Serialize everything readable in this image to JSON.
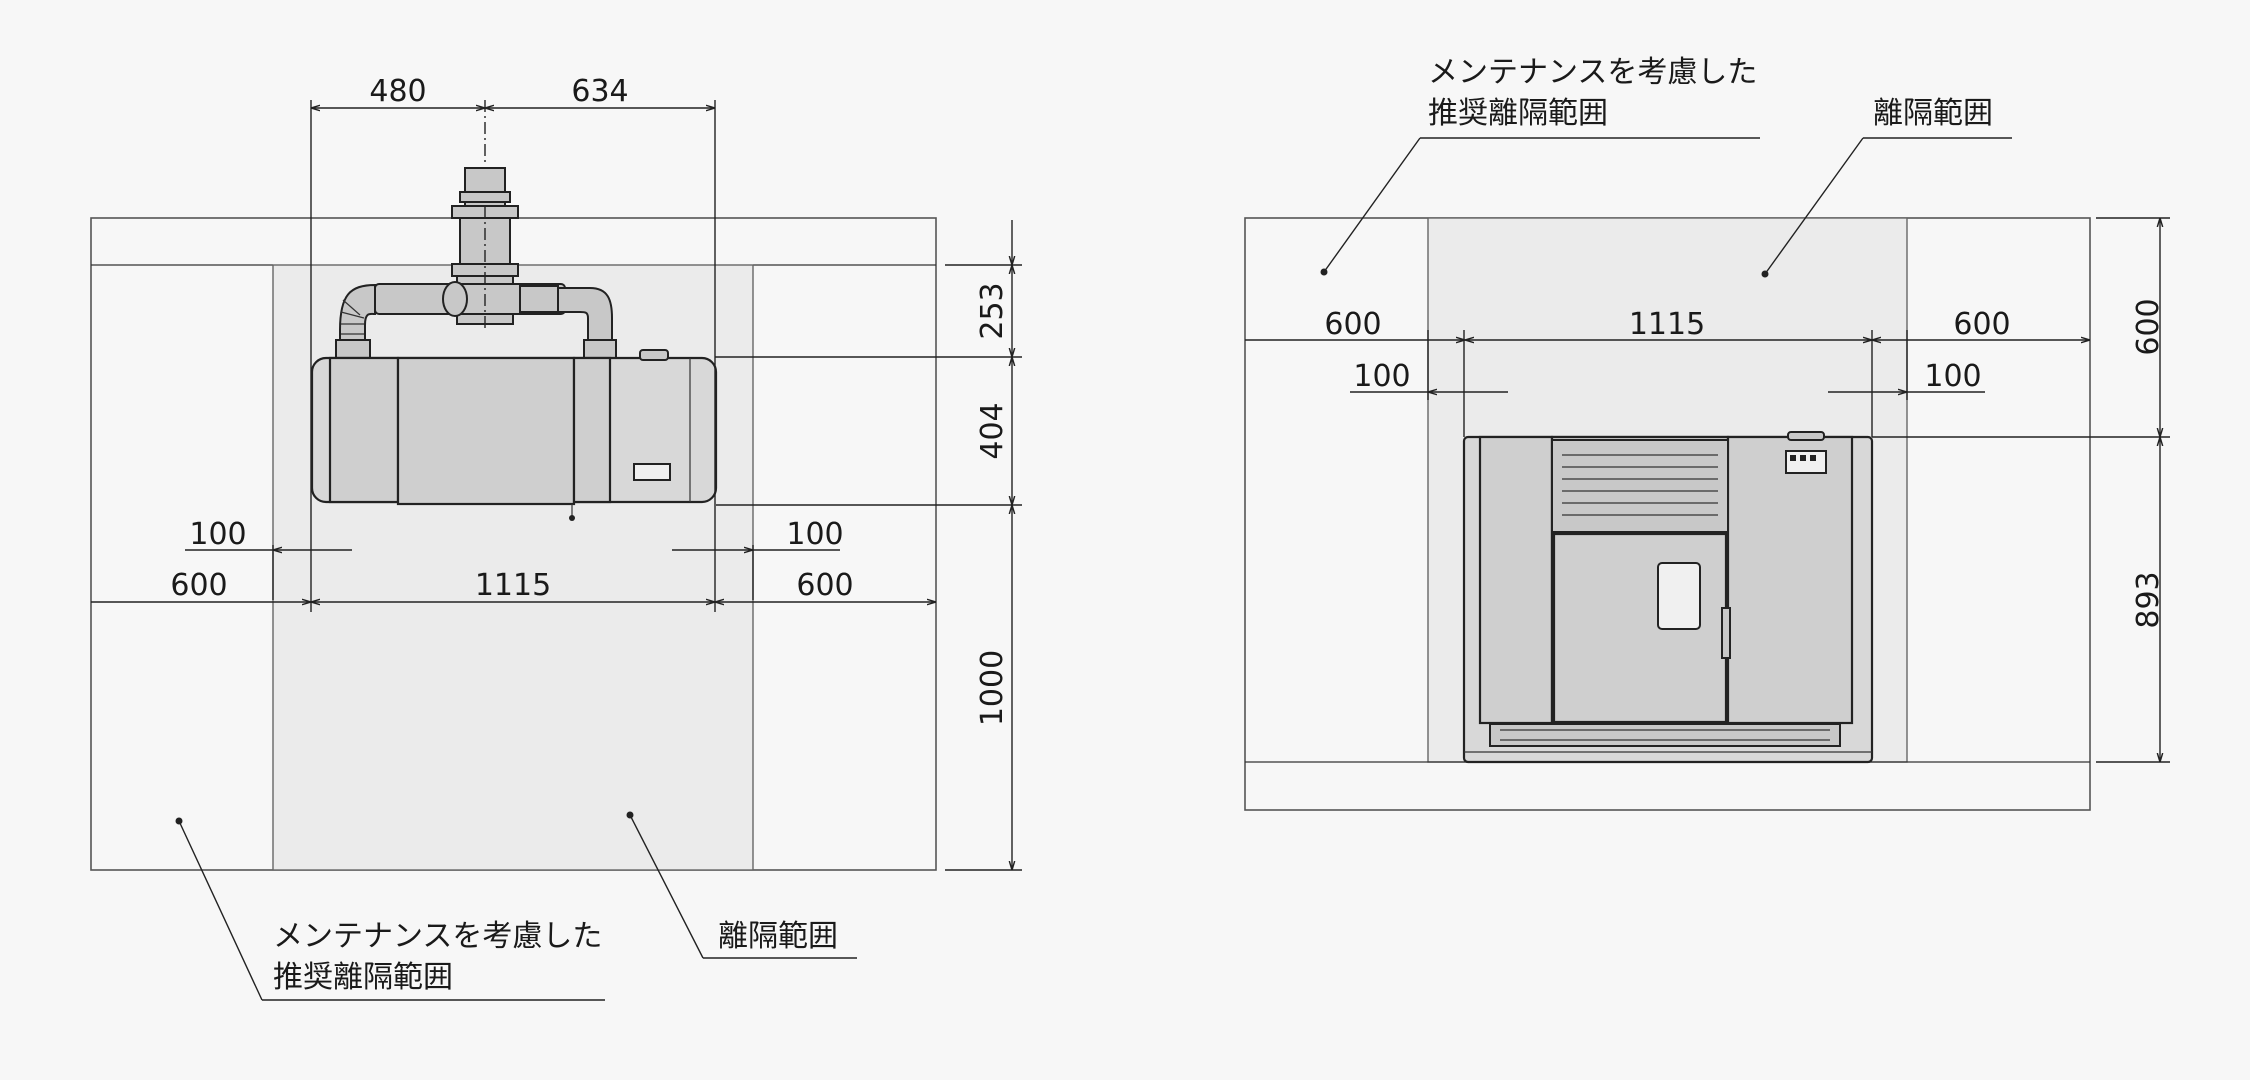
{
  "colors": {
    "background": "#f7f7f7",
    "recommended_area": "#f7f7f7",
    "clearance_area": "#ebebeb",
    "appliance": "#d8d8d8",
    "line": "#222222"
  },
  "top_view": {
    "dims": {
      "pipe_left": "480",
      "pipe_right": "634",
      "depth_back": "253",
      "depth_body": "404",
      "depth_front": "1000",
      "side_left_inner": "100",
      "side_right_inner": "100",
      "side_left_outer": "600",
      "width": "1115",
      "side_right_outer": "600"
    },
    "labels": {
      "recommended_line1": "メンテナンスを考慮した",
      "recommended_line2": "推奨離隔範囲",
      "clearance": "離隔範囲"
    }
  },
  "front_view": {
    "dims": {
      "side_left_outer": "600",
      "width": "1115",
      "side_right_outer": "600",
      "side_left_inner": "100",
      "side_right_inner": "100",
      "top_clearance": "600",
      "height": "893"
    },
    "labels": {
      "recommended_line1": "メンテナンスを考慮した",
      "recommended_line2": "推奨離隔範囲",
      "clearance": "離隔範囲"
    }
  }
}
